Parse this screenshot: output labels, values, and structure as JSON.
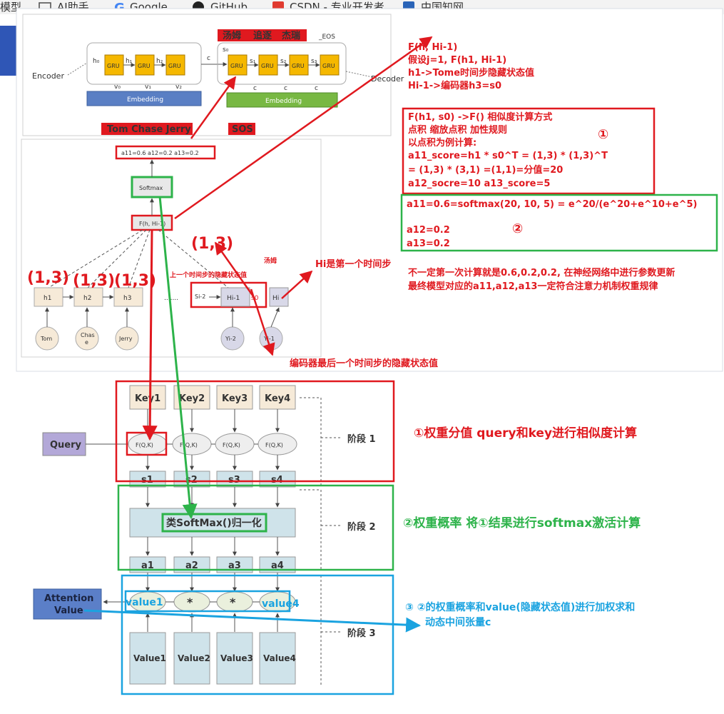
{
  "bookmarks": [
    "模型",
    "AI助手",
    "Google",
    "GitHub",
    "CSDN - 专业开发者...",
    "中国知网"
  ],
  "seq2seq": {
    "encoder_label": "Encoder",
    "decoder_label": "Decoder",
    "gru": "GRU",
    "embedding": "Embedding",
    "h0": "h₀",
    "h1": "h₁",
    "h2": "h₂",
    "c": "c",
    "s0": "s₀",
    "s1": "s₁",
    "s2": "s₂",
    "s3": "s₃",
    "v0": "v₀",
    "v1": "v₁",
    "v2": "v₂",
    "input_words": "Tom Chase   Jerry",
    "sos": "SOS",
    "out1": "汤姆",
    "out2": "追逐",
    "out3": "杰瑞",
    "eos": "_EOS"
  },
  "attn_diagram": {
    "weights": "a11=0.6    a12=0.2    a13=0.2",
    "softmax": "Softmax",
    "f_node": "F(h, Hi-1)",
    "h1": "h1",
    "h2": "h2",
    "h3": "h3",
    "si2": "Si-2",
    "hi1": "Hi-1",
    "hi": "Hi",
    "tom": "Tom",
    "chase": "Chas\ne",
    "jerry": "Jerry",
    "yi2": "Yi-2",
    "yi1": "Yi-1",
    "s0_label": "s0",
    "dots": ".......",
    "shape13a": "(1,3)",
    "shape13b": "(1,3)",
    "shape13c": "(1,3)",
    "shape13d": "(1,3)",
    "tangmu": "汤姆",
    "prev_hidden": "上一个时间步的隐藏状态值"
  },
  "notes": {
    "f_line": "F(h, Hi-1)",
    "assume": "假设j=1, F(h1, Hi-1)",
    "h1_desc": "h1->Tome时间步隐藏状态值",
    "hi1_desc": "Hi-1->编码器h3=s0",
    "box1": [
      "F(h1, s0) ->F() 相似度计算方式",
      "点积  缩放点积  加性规则",
      "以点积为例计算:",
      "a11_score=h1 * s0^T = (1,3) * (1,3)^T",
      "             = (1,3) * (3,1) =(1,1)=分值=20",
      "a12_socre=10   a13_score=5"
    ],
    "circle1": "①",
    "box2": [
      "a11=0.6=softmax(20, 10, 5) = e^20/(e^20+e^10+e^5)",
      "a12=0.2",
      "a13=0.2"
    ],
    "circle2": "②",
    "note_update1": "不一定第一次计算就是0.6,0.2,0.2, 在神经网络中进行参数更新",
    "note_update2": "最终模型对应的a11,a12,a13一定符合注意力机制权重规律",
    "hi_first": "Hi是第一个时间步",
    "enc_last": "编码器最后一个时间步的隐藏状态值"
  },
  "stages": {
    "keys": [
      "Key1",
      "Key2",
      "Key3",
      "Key4"
    ],
    "query": "Query",
    "fqk": "F(Q,K)",
    "s": [
      "s1",
      "s2",
      "s3",
      "s4"
    ],
    "softmax_box": "类SoftMax()归一化",
    "a": [
      "a1",
      "a2",
      "a3",
      "a4"
    ],
    "attention_value_1": "Attention",
    "attention_value_2": "Value",
    "mult": "*",
    "values": [
      "Value1",
      "Value2",
      "Value3",
      "Value4"
    ],
    "value1_label": "value1",
    "value4_label": "value4",
    "stage1": "阶段 1",
    "stage2": "阶段 2",
    "stage3": "阶段 3",
    "stage1_desc": "①权重分值  query和key进行相似度计算",
    "stage2_desc": "②权重概率 将①结果进行softmax激活计算",
    "stage3_desc_1": "③ ②的权重概率和value(隐藏状态值)进行加权求和",
    "stage3_desc_2": "动态中间张量c"
  },
  "colors": {
    "red": "#e0191f",
    "green": "#2db34a",
    "blue": "#1aa3e0",
    "gru": "#f5b800",
    "embed_blue": "#5a7fc4",
    "embed_green": "#78b843"
  }
}
